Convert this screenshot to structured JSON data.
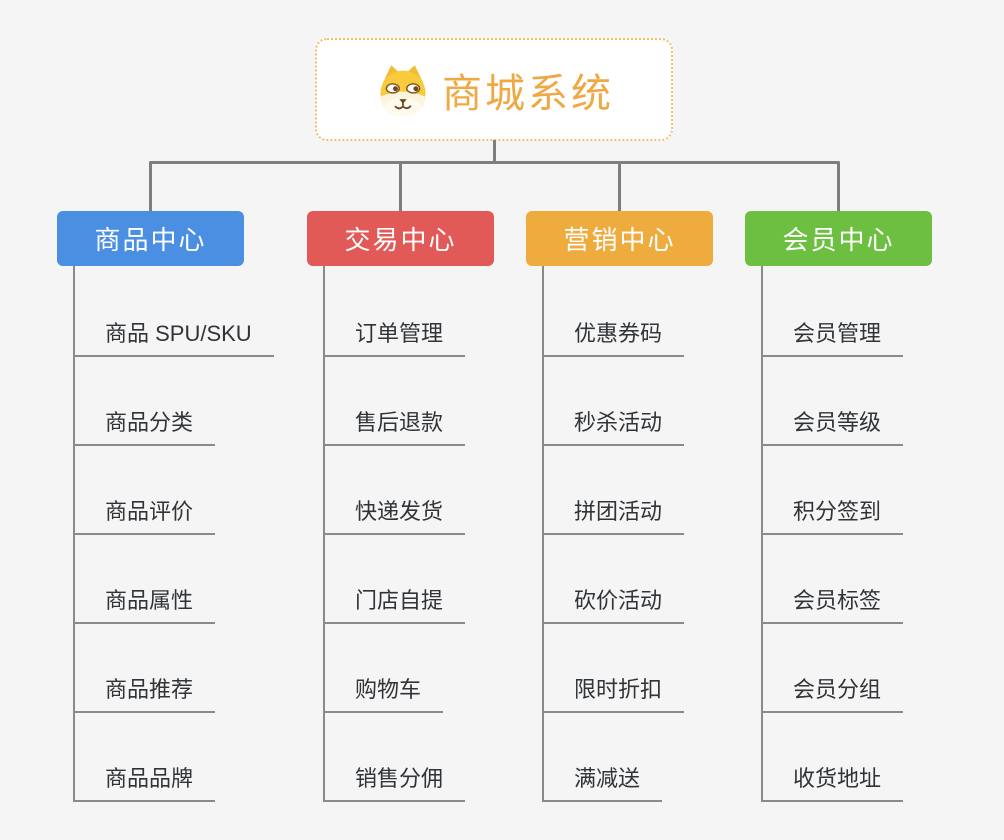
{
  "theme": {
    "background": "#F5F5F5",
    "connector_color": "#7E7E7E",
    "guide_color": "#8A8A8A",
    "leaf_text_color": "#303438",
    "branch_text_color": "#FFFFFF"
  },
  "root": {
    "label": "商城系统",
    "icon": "dog-face-icon",
    "text_color": "#F0A844",
    "border_color": "#F3BD6C",
    "background": "#FFFFFF"
  },
  "branches": [
    {
      "label": "商品中心",
      "color": "#4A8FE2",
      "children": [
        "商品 SPU/SKU",
        "商品分类",
        "商品评价",
        "商品属性",
        "商品推荐",
        "商品品牌"
      ]
    },
    {
      "label": "交易中心",
      "color": "#E25A57",
      "children": [
        "订单管理",
        "售后退款",
        "快递发货",
        "门店自提",
        "购物车",
        "销售分佣"
      ]
    },
    {
      "label": "营销中心",
      "color": "#EEAC3E",
      "children": [
        "优惠券码",
        "秒杀活动",
        "拼团活动",
        "砍价活动",
        "限时折扣",
        "满减送"
      ]
    },
    {
      "label": "会员中心",
      "color": "#6CBF41",
      "children": [
        "会员管理",
        "会员等级",
        "积分签到",
        "会员标签",
        "会员分组",
        "收货地址"
      ]
    }
  ]
}
